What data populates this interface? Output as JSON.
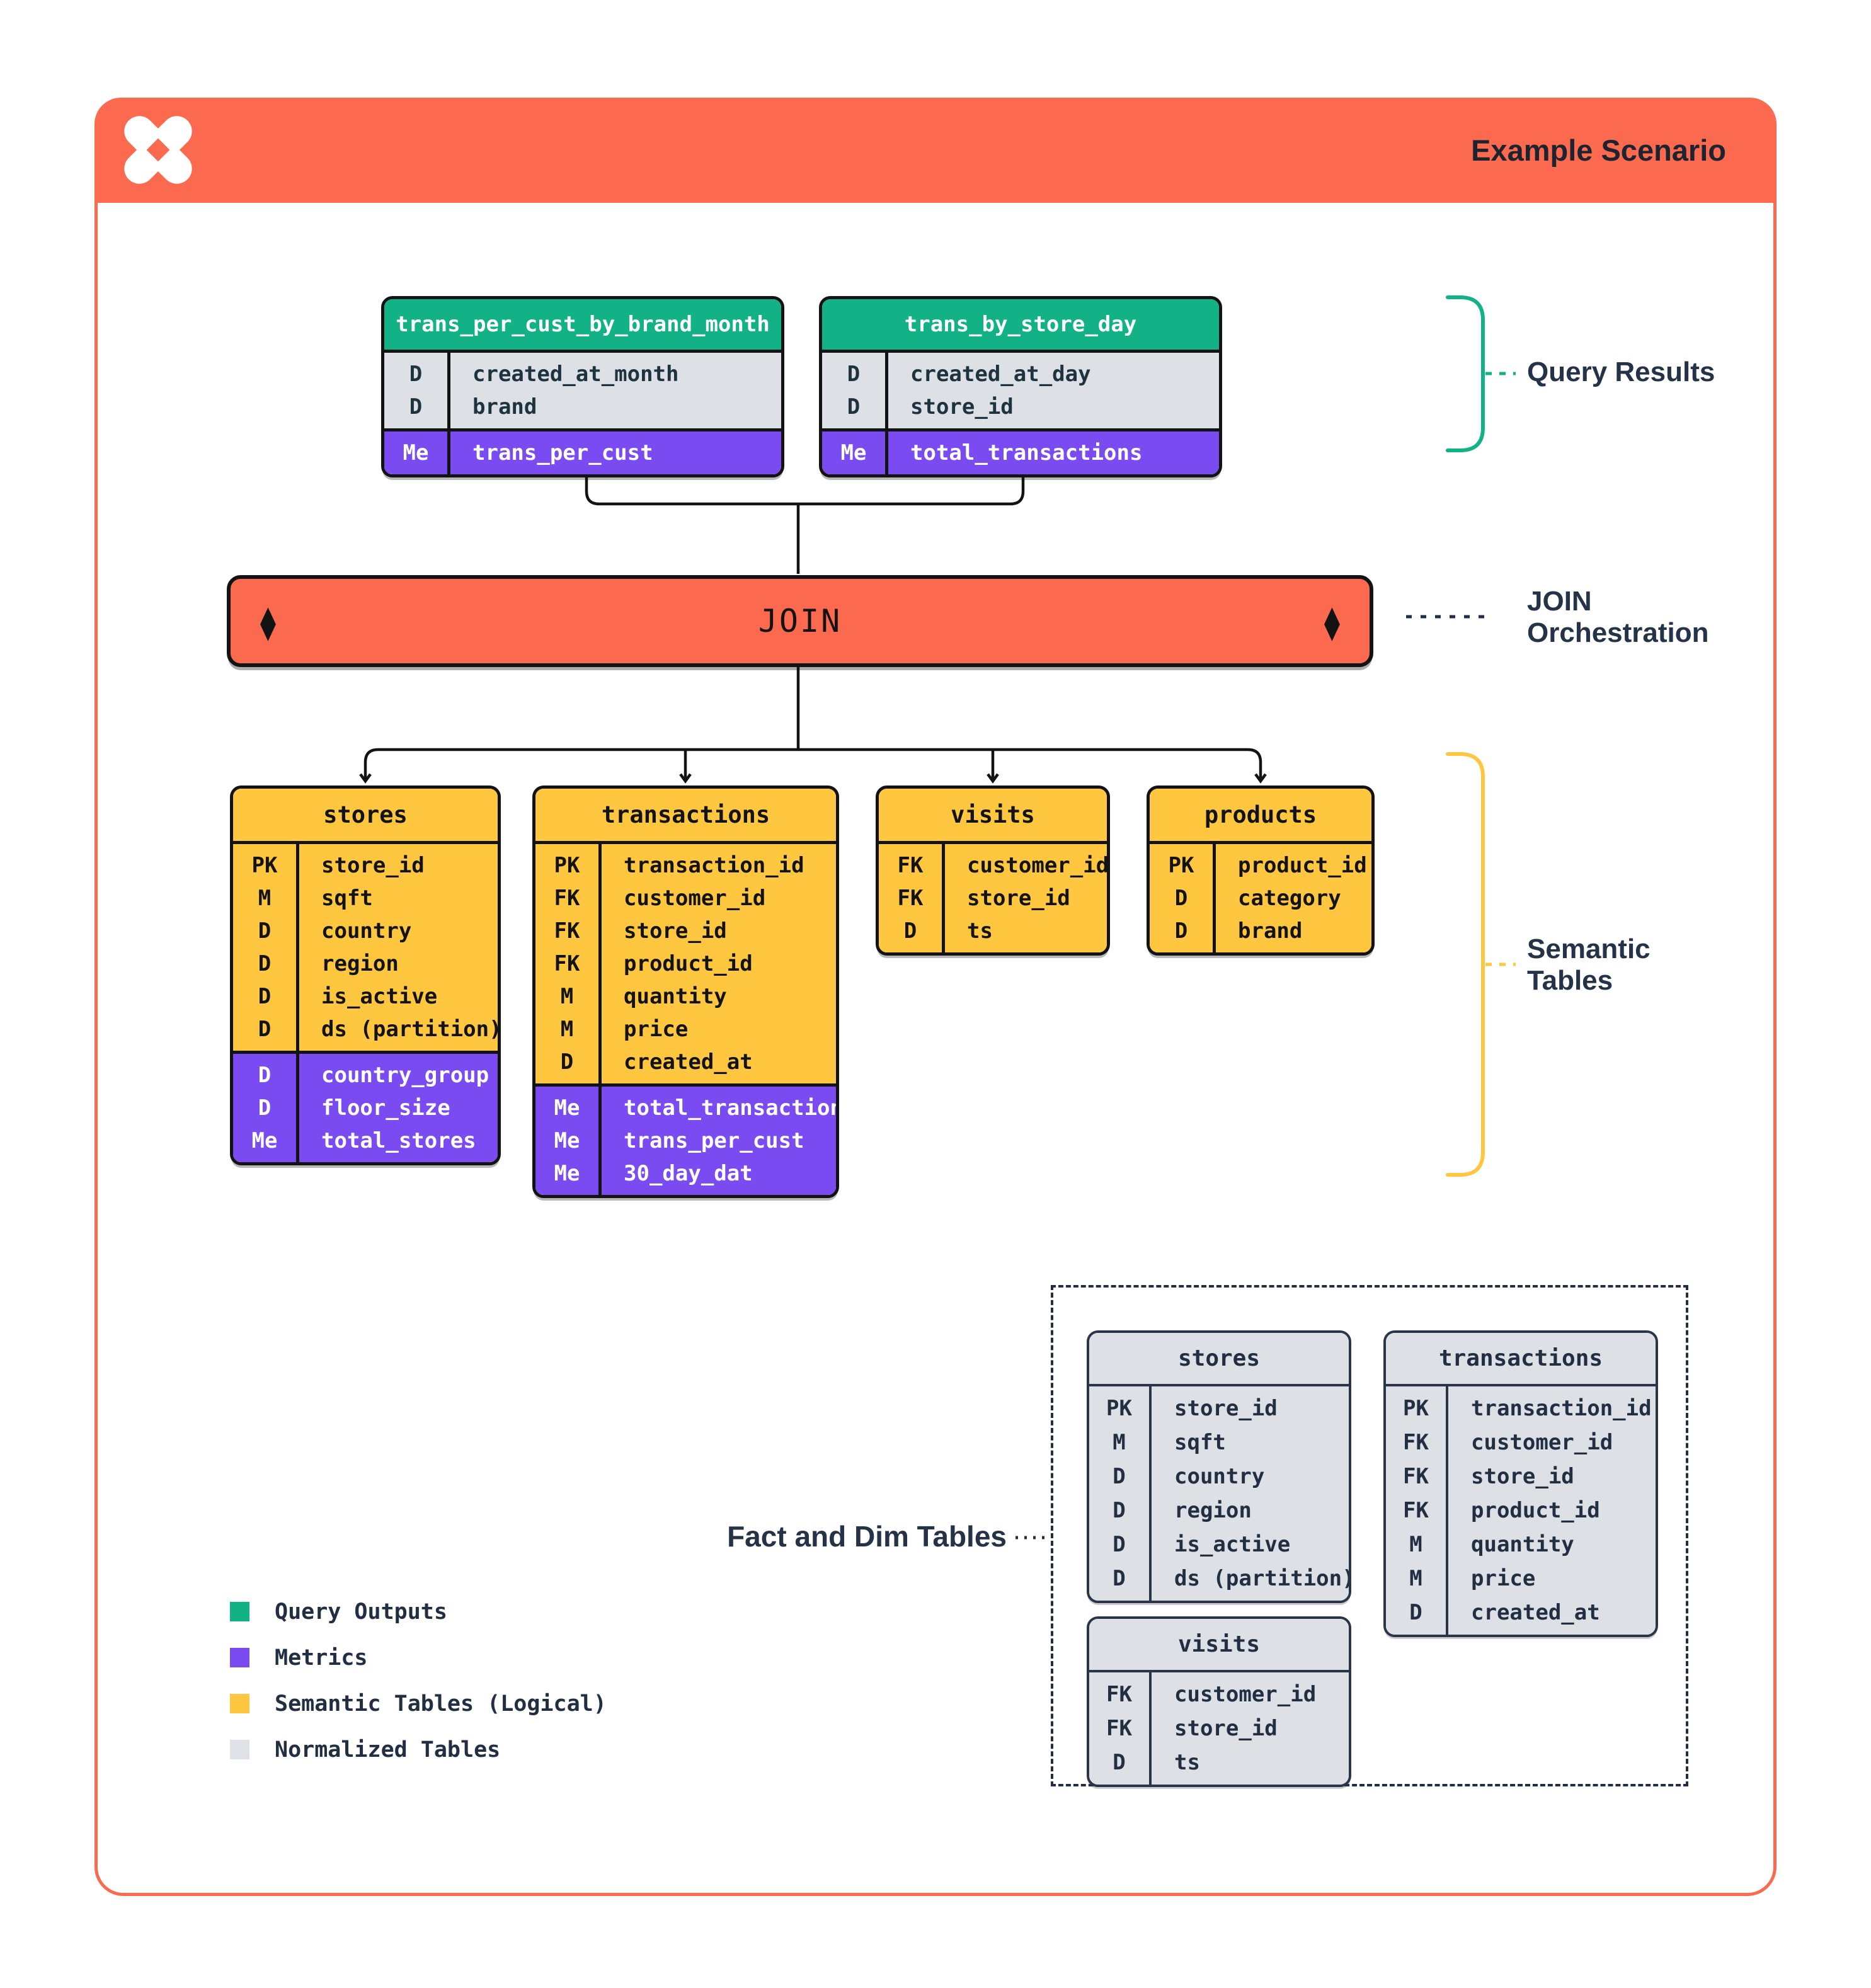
{
  "header": {
    "title": "Example Scenario",
    "logo": "pinwheel-x-logo"
  },
  "join_bar": {
    "label": "JOIN"
  },
  "annotations": {
    "query_results": "Query Results",
    "join_line1": "JOIN",
    "join_line2": "Orchestration",
    "semantic_line1": "Semantic",
    "semantic_line2": "Tables",
    "fact_dim": "Fact and Dim Tables"
  },
  "query_tables": [
    {
      "title": "trans_per_cust_by_brand_month",
      "rows": [
        {
          "key": "D",
          "name": "created_at_month"
        },
        {
          "key": "D",
          "name": "brand"
        }
      ],
      "metrics": [
        {
          "key": "Me",
          "name": "trans_per_cust"
        }
      ]
    },
    {
      "title": "trans_by_store_day",
      "rows": [
        {
          "key": "D",
          "name": "created_at_day"
        },
        {
          "key": "D",
          "name": "store_id"
        }
      ],
      "metrics": [
        {
          "key": "Me",
          "name": "total_transactions"
        }
      ]
    }
  ],
  "semantic_tables": [
    {
      "title": "stores",
      "rows": [
        {
          "key": "PK",
          "name": "store_id"
        },
        {
          "key": "M",
          "name": "sqft"
        },
        {
          "key": "D",
          "name": "country"
        },
        {
          "key": "D",
          "name": "region"
        },
        {
          "key": "D",
          "name": "is_active"
        },
        {
          "key": "D",
          "name": "ds (partition)"
        }
      ],
      "metrics": [
        {
          "key": "D",
          "name": "country_group"
        },
        {
          "key": "D",
          "name": "floor_size"
        },
        {
          "key": "Me",
          "name": "total_stores"
        }
      ]
    },
    {
      "title": "transactions",
      "rows": [
        {
          "key": "PK",
          "name": "transaction_id"
        },
        {
          "key": "FK",
          "name": "customer_id"
        },
        {
          "key": "FK",
          "name": "store_id"
        },
        {
          "key": "FK",
          "name": "product_id"
        },
        {
          "key": "M",
          "name": "quantity"
        },
        {
          "key": "M",
          "name": "price"
        },
        {
          "key": "D",
          "name": "created_at"
        }
      ],
      "metrics": [
        {
          "key": "Me",
          "name": "total_transactions"
        },
        {
          "key": "Me",
          "name": "trans_per_cust"
        },
        {
          "key": "Me",
          "name": "30_day_dat"
        }
      ]
    },
    {
      "title": "visits",
      "rows": [
        {
          "key": "FK",
          "name": "customer_id"
        },
        {
          "key": "FK",
          "name": "store_id"
        },
        {
          "key": "D",
          "name": "ts"
        }
      ],
      "metrics": []
    },
    {
      "title": "products",
      "rows": [
        {
          "key": "PK",
          "name": "product_id"
        },
        {
          "key": "D",
          "name": "category"
        },
        {
          "key": "D",
          "name": "brand"
        }
      ],
      "metrics": []
    }
  ],
  "normalized_tables": [
    {
      "title": "stores",
      "rows": [
        {
          "key": "PK",
          "name": "store_id"
        },
        {
          "key": "M",
          "name": "sqft"
        },
        {
          "key": "D",
          "name": "country"
        },
        {
          "key": "D",
          "name": "region"
        },
        {
          "key": "D",
          "name": "is_active"
        },
        {
          "key": "D",
          "name": "ds (partition)"
        }
      ]
    },
    {
      "title": "transactions",
      "rows": [
        {
          "key": "PK",
          "name": "transaction_id"
        },
        {
          "key": "FK",
          "name": "customer_id"
        },
        {
          "key": "FK",
          "name": "store_id"
        },
        {
          "key": "FK",
          "name": "product_id"
        },
        {
          "key": "M",
          "name": "quantity"
        },
        {
          "key": "M",
          "name": "price"
        },
        {
          "key": "D",
          "name": "created_at"
        }
      ]
    },
    {
      "title": "visits",
      "rows": [
        {
          "key": "FK",
          "name": "customer_id"
        },
        {
          "key": "FK",
          "name": "store_id"
        },
        {
          "key": "D",
          "name": "ts"
        }
      ]
    }
  ],
  "legend": [
    {
      "label": "Query Outputs",
      "swatch": "sw-green"
    },
    {
      "label": "Metrics",
      "swatch": "sw-purple"
    },
    {
      "label": "Semantic Tables (Logical)",
      "swatch": "sw-yellow"
    },
    {
      "label": "Normalized Tables",
      "swatch": "sw-gray"
    }
  ],
  "colors": {
    "accent_orange": "#FB6A4F",
    "query_green": "#12B286",
    "metric_purple": "#7B4BF2",
    "semantic_yellow": "#FFC63F",
    "normalized_gray": "#DDE1E6",
    "ink": "#131313",
    "navy": "#222F43"
  }
}
